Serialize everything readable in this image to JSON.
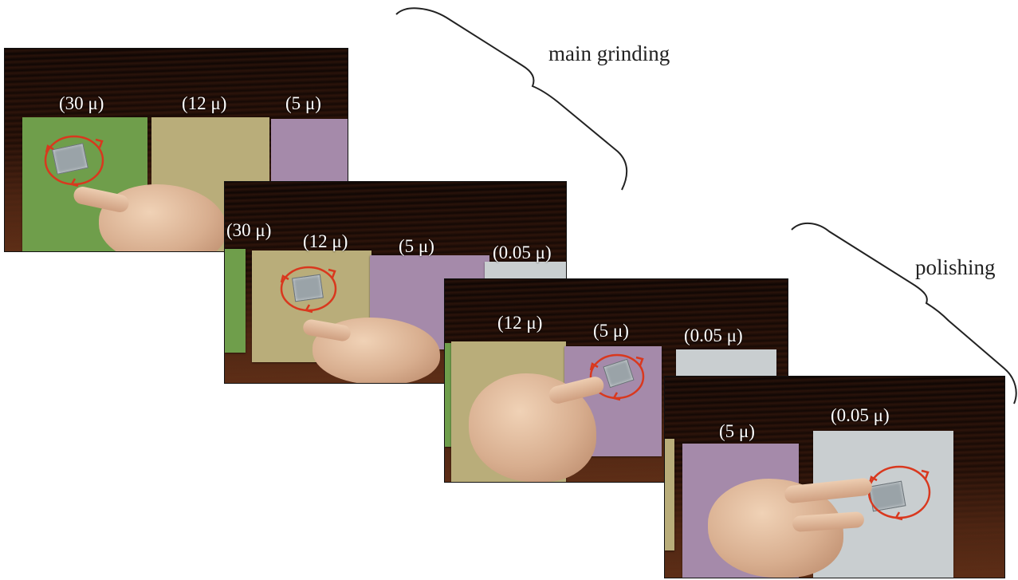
{
  "stages": {
    "main_grinding": "main grinding",
    "polishing": "polishing"
  },
  "photos": [
    {
      "labels": [
        "(30 μ)",
        "(12 μ)",
        "(5 μ)"
      ]
    },
    {
      "labels": [
        "(30 μ)",
        "(12 μ)",
        "(5 μ)",
        "(0.05 μ)"
      ]
    },
    {
      "labels": [
        "(12 μ)",
        "(5 μ)",
        "(0.05 μ)"
      ]
    },
    {
      "labels": [
        "(5 μ)",
        "(0.05 μ)"
      ]
    }
  ],
  "colors": {
    "paper_30": "#6f9e4b",
    "paper_12": "#b9ad7a",
    "paper_5": "#a58aaa",
    "paper_005": "#c9ced0",
    "arrow": "#d9381e"
  },
  "icons": [
    "circular-motion-arrows-icon",
    "curly-brace-icon"
  ]
}
